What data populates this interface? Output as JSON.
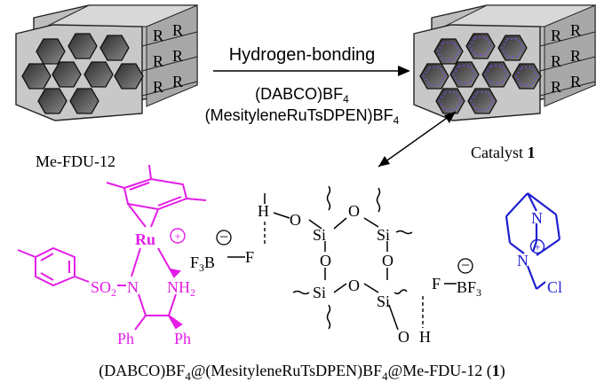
{
  "top": {
    "left_label": "Me-FDU-12",
    "right_label_text": "Catalyst ",
    "right_label_num": "1",
    "arrow_title": "Hydrogen-bonding",
    "reagent1_main": "(DABCO)BF",
    "reagent1_sub": "4",
    "reagent2_main": "(MesityleneRuTsDPEN)BF",
    "reagent2_sub": "4",
    "r_group": "R"
  },
  "silica": {
    "si": "Si",
    "o": "O",
    "h": "H",
    "f": "F",
    "f3b": "F",
    "f3b_sub": "3",
    "f3b_b": "B",
    "bf3_b": "BF",
    "bf3_sub": "3",
    "minus": "−"
  },
  "ru_complex": {
    "ru": "Ru",
    "plus": "+",
    "so2": "SO",
    "so2_sub": "2",
    "n": "N",
    "nh2": "NH",
    "nh2_sub": "2",
    "ph": "Ph"
  },
  "dabco": {
    "n": "N",
    "cl": "Cl",
    "plus": "+"
  },
  "caption": {
    "part1": "(DABCO)BF",
    "sub1": "4",
    "part2": "@(MesityleneRuTsDPEN)BF",
    "sub2": "4",
    "part3": "@Me-FDU-12 (",
    "bold": "1",
    "part4": ")"
  },
  "colors": {
    "ru_complex": "#e31ee6",
    "dabco": "#1f1fd0",
    "pore_dots": "#7a4dd6"
  }
}
